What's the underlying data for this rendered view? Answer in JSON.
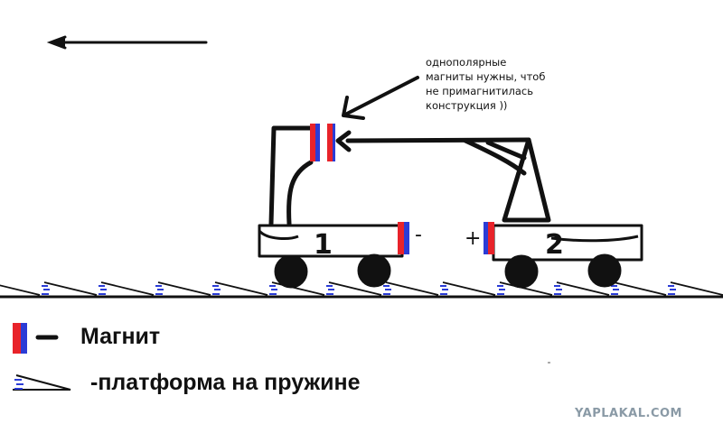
{
  "annotation": {
    "lines": [
      "однополярные",
      "магниты нужны, чтоб",
      "не примагнитилась",
      "конструкция ))"
    ]
  },
  "labels": {
    "car1_number": "1",
    "car2_number": "2",
    "minus_sign": "-",
    "plus_sign": "+"
  },
  "legend": {
    "magnet_label": "Магнит",
    "platform_label": "-платформа на пружине"
  },
  "watermark": "YAPLAKAL.COM",
  "colors": {
    "magnet_red": "#e8232a",
    "magnet_blue": "#2b3cd6",
    "ink": "#111111"
  }
}
